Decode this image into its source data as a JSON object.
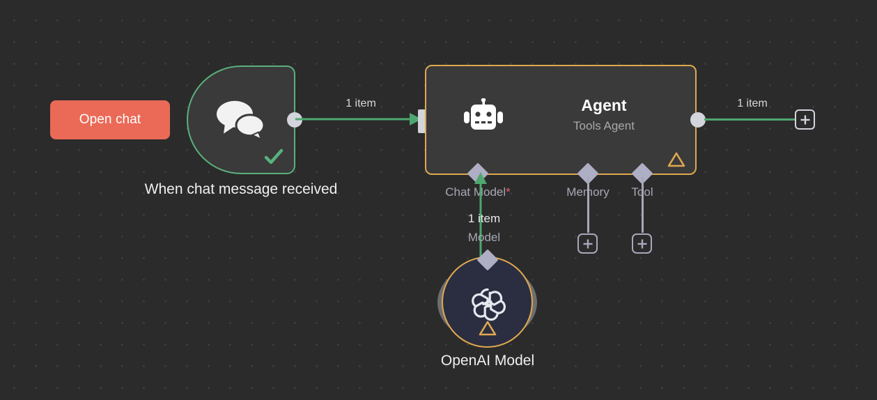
{
  "canvas": {
    "background_color": "#2b2b2b",
    "grid_dot_color": "#4a4a4a"
  },
  "open_chat": {
    "label": "Open chat",
    "color": "#ea6a57"
  },
  "nodes": {
    "trigger": {
      "title": "When chat message received",
      "icon": "chat-bubbles-icon",
      "status_icon": "check-icon",
      "border_color": "#5ab17d"
    },
    "agent": {
      "title": "Agent",
      "subtitle": "Tools Agent",
      "icon": "robot-icon",
      "status_icon": "warning-triangle-icon",
      "border_color": "#dfa850"
    },
    "openai_model": {
      "title": "OpenAI Model",
      "icon": "openai-logo-icon",
      "status_icon": "warning-triangle-icon",
      "border_color": "#dfa850"
    }
  },
  "sub_connectors": {
    "chat_model": {
      "label": "Chat Model",
      "required_marker": "*"
    },
    "memory": {
      "label": "Memory"
    },
    "tool": {
      "label": "Tool"
    }
  },
  "connections": {
    "trigger_to_agent": {
      "label": "1 item",
      "color": "#4ea76f"
    },
    "agent_output": {
      "label": "1 item",
      "color": "#4ea76f"
    },
    "model_to_agent": {
      "count_label": "1 item",
      "type_label": "Model",
      "color": "#4ea76f"
    }
  },
  "buttons": {
    "add_output": "plus-icon",
    "add_memory": "plus-icon",
    "add_tool": "plus-icon"
  }
}
